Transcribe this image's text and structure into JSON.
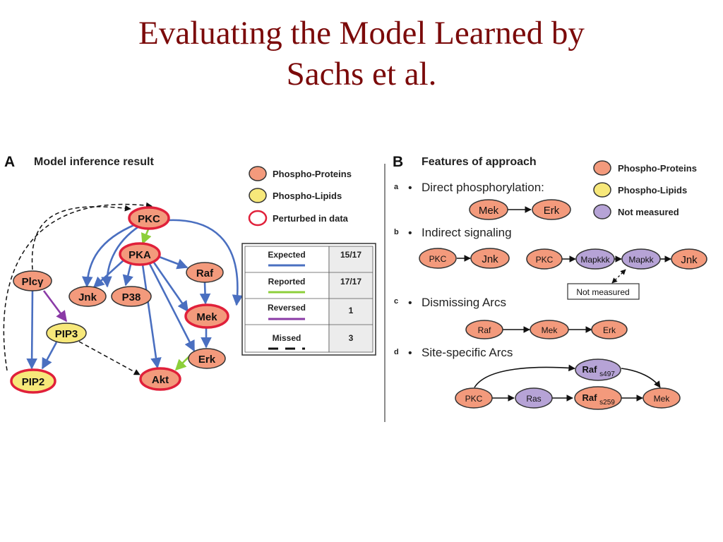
{
  "title": {
    "line1": "Evaluating the Model Learned by",
    "line2": "Sachs et al."
  },
  "colors": {
    "protein_fill": "#f39a7c",
    "lipid_fill": "#f7e87a",
    "unmeasured_fill": "#b6a3d6",
    "perturbed_stroke": "#e0203a",
    "expected": "#4a6fc0",
    "reported": "#8ccf3a",
    "reversed": "#8a3aa6",
    "missed": "#111111",
    "title": "#7b0a0a"
  },
  "panel_a": {
    "letter": "A",
    "heading": "Model inference result",
    "legend": [
      {
        "label": "Phospho-Proteins",
        "kind": "protein"
      },
      {
        "label": "Phospho-Lipids",
        "kind": "lipid"
      },
      {
        "label": "Perturbed in data",
        "kind": "perturbed"
      }
    ],
    "table": [
      {
        "label": "Expected",
        "value": "15/17",
        "line": "expected"
      },
      {
        "label": "Reported",
        "value": "17/17",
        "line": "reported"
      },
      {
        "label": "Reversed",
        "value": "1",
        "line": "reversed"
      },
      {
        "label": "Missed",
        "value": "3",
        "line": "missed"
      }
    ],
    "nodes": {
      "pkc": "PKC",
      "pka": "PKA",
      "raf": "Raf",
      "mek": "Mek",
      "erk": "Erk",
      "jnk": "Jnk",
      "p38": "P38",
      "plc": "Plcγ",
      "pip3": "PIP3",
      "pip2": "PIP2",
      "akt": "Akt"
    }
  },
  "panel_b": {
    "letter": "B",
    "heading": "Features of approach",
    "legend": [
      {
        "label": "Phospho-Proteins",
        "kind": "protein"
      },
      {
        "label": "Phospho-Lipids",
        "kind": "lipid"
      },
      {
        "label": "Not measured",
        "kind": "unmeasured"
      }
    ],
    "sections": [
      {
        "marker": "a",
        "text": "Direct phosphorylation:"
      },
      {
        "marker": "b",
        "text": "Indirect signaling"
      },
      {
        "marker": "c",
        "text": "Dismissing Arcs"
      },
      {
        "marker": "d",
        "text": "Site-specific Arcs"
      }
    ],
    "bullet": "•",
    "not_measured_note": "Not measured",
    "nodes": {
      "a_mek": "Mek",
      "a_erk": "Erk",
      "b_pkc1": "PKC",
      "b_jnk1": "Jnk",
      "b_pkc2": "PKC",
      "b_mapkkk": "Mapkkk",
      "b_mapkk": "Mapkk",
      "b_jnk2": "Jnk",
      "c_raf": "Raf",
      "c_mek": "Mek",
      "c_erk": "Erk",
      "d_pkc": "PKC",
      "d_ras": "Ras",
      "d_raf497": "Raf",
      "d_raf497_sub": "s497",
      "d_raf259": "Raf",
      "d_raf259_sub": "s259",
      "d_mek": "Mek"
    }
  }
}
